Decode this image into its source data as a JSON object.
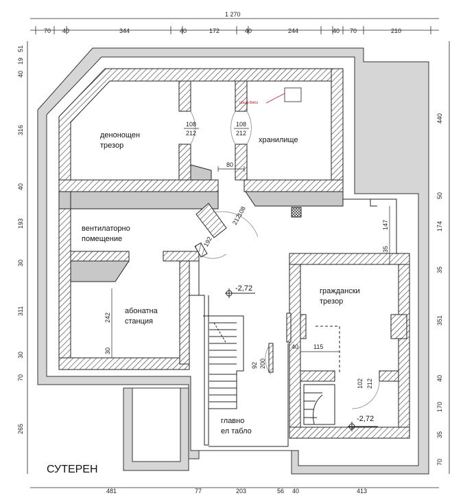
{
  "title": "СУТЕРЕН",
  "top_total": "1 270",
  "top_dims": [
    "70",
    "40",
    "344",
    "40",
    "172",
    "40",
    "244",
    "40",
    "70",
    "210"
  ],
  "bottom_dims": [
    "481",
    "77",
    "203",
    "56",
    "40",
    "413"
  ],
  "left_dims": [
    "51",
    "19",
    "40",
    "316",
    "40",
    "193",
    "30",
    "311",
    "30",
    "70",
    "265"
  ],
  "right_dims": [
    "440",
    "50",
    "174",
    "35",
    "351",
    "40",
    "170",
    "35",
    "70"
  ],
  "rooms": {
    "denonoshten": [
      "денонощен",
      "трезор"
    ],
    "hranilishte": "хранилище",
    "ventilatorno": [
      "вентилаторно",
      "помещение"
    ],
    "abonatna": [
      "абонатна",
      "станция"
    ],
    "grazhdanski": [
      "граждански",
      "трезор"
    ],
    "tablo": [
      "главно",
      "ел табло"
    ]
  },
  "door_labels": {
    "d1": [
      "108",
      "212"
    ],
    "d2": [
      "108",
      "212"
    ],
    "d3": [
      "108",
      "212"
    ],
    "d4": "192",
    "d5": [
      "102",
      "212"
    ],
    "d6": "92",
    "d7": "200"
  },
  "inner_dims": {
    "opening": "80",
    "h147": "147",
    "h35": "35",
    "h242": "242",
    "h30": "30",
    "w40": "40",
    "w115": "115"
  },
  "levels": [
    "-2,72",
    "-2,72"
  ],
  "note": "Шкаф ВиКа"
}
